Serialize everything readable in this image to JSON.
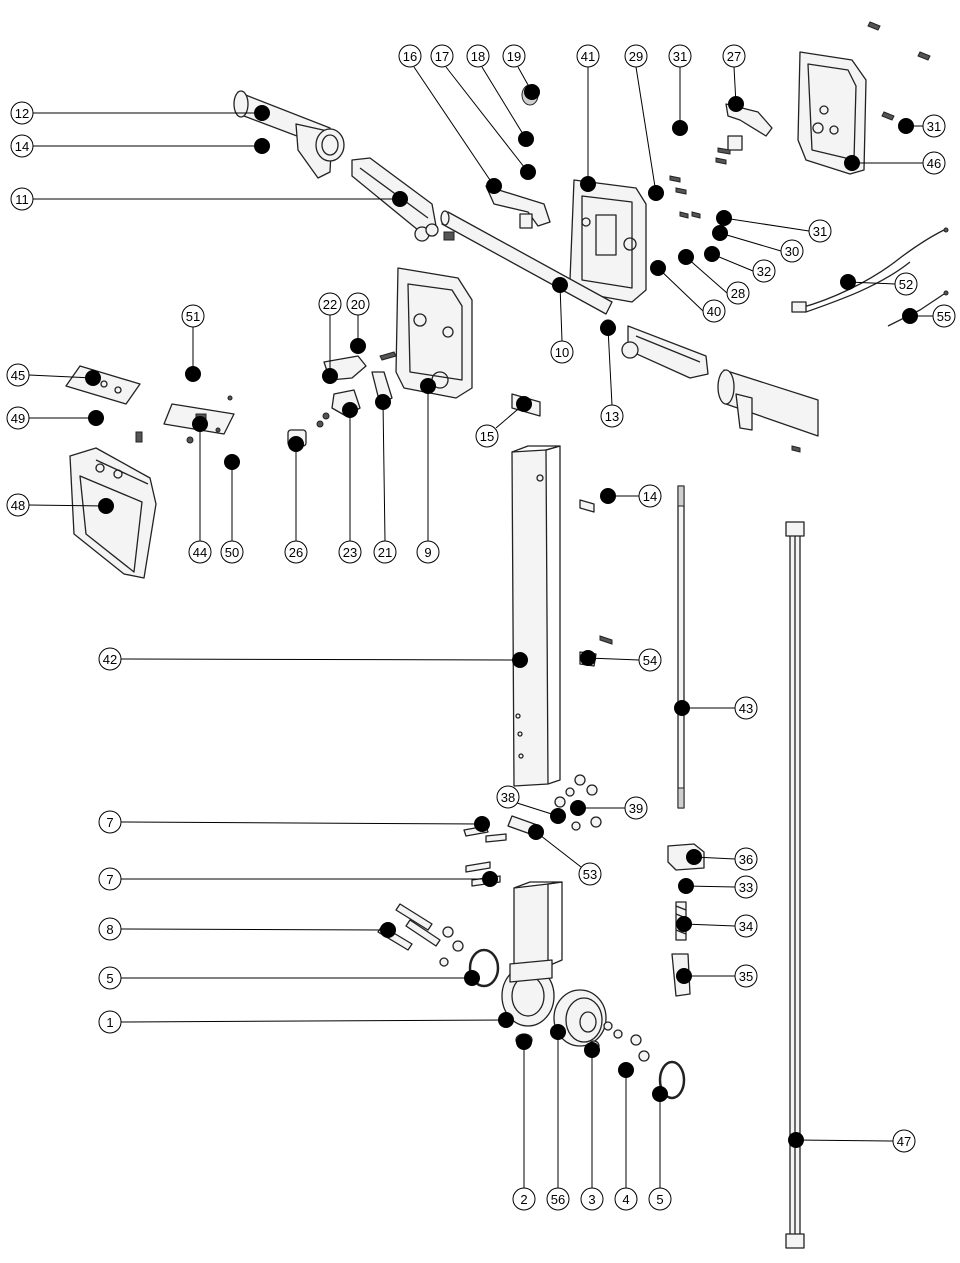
{
  "callouts": [
    {
      "id": "c12a",
      "label": "12"
    },
    {
      "id": "c14a",
      "label": "14"
    },
    {
      "id": "c11",
      "label": "11"
    },
    {
      "id": "c16",
      "label": "16"
    },
    {
      "id": "c17",
      "label": "17"
    },
    {
      "id": "c18",
      "label": "18"
    },
    {
      "id": "c19",
      "label": "19"
    },
    {
      "id": "c41",
      "label": "41"
    },
    {
      "id": "c29",
      "label": "29"
    },
    {
      "id": "c31a",
      "label": "31"
    },
    {
      "id": "c27",
      "label": "27"
    },
    {
      "id": "c31b",
      "label": "31"
    },
    {
      "id": "c46",
      "label": "46"
    },
    {
      "id": "c31c",
      "label": "31"
    },
    {
      "id": "c30",
      "label": "30"
    },
    {
      "id": "c32",
      "label": "32"
    },
    {
      "id": "c28",
      "label": "28"
    },
    {
      "id": "c40",
      "label": "40"
    },
    {
      "id": "c52",
      "label": "52"
    },
    {
      "id": "c55",
      "label": "55"
    },
    {
      "id": "c10",
      "label": "10"
    },
    {
      "id": "c13",
      "label": "13"
    },
    {
      "id": "c51",
      "label": "51"
    },
    {
      "id": "c22",
      "label": "22"
    },
    {
      "id": "c20",
      "label": "20"
    },
    {
      "id": "c45",
      "label": "45"
    },
    {
      "id": "c49",
      "label": "49"
    },
    {
      "id": "c15",
      "label": "15"
    },
    {
      "id": "c48",
      "label": "48"
    },
    {
      "id": "c44",
      "label": "44"
    },
    {
      "id": "c50",
      "label": "50"
    },
    {
      "id": "c26",
      "label": "26"
    },
    {
      "id": "c23",
      "label": "23"
    },
    {
      "id": "c21",
      "label": "21"
    },
    {
      "id": "c9",
      "label": "9"
    },
    {
      "id": "c14b",
      "label": "14"
    },
    {
      "id": "c42",
      "label": "42"
    },
    {
      "id": "c54",
      "label": "54"
    },
    {
      "id": "c43",
      "label": "43"
    },
    {
      "id": "c38",
      "label": "38"
    },
    {
      "id": "c39",
      "label": "39"
    },
    {
      "id": "c7a",
      "label": "7"
    },
    {
      "id": "c53",
      "label": "53"
    },
    {
      "id": "c7b",
      "label": "7"
    },
    {
      "id": "c36",
      "label": "36"
    },
    {
      "id": "c33",
      "label": "33"
    },
    {
      "id": "c8",
      "label": "8"
    },
    {
      "id": "c34",
      "label": "34"
    },
    {
      "id": "c5a",
      "label": "5"
    },
    {
      "id": "c35",
      "label": "35"
    },
    {
      "id": "c1",
      "label": "1"
    },
    {
      "id": "c47",
      "label": "47"
    },
    {
      "id": "c2",
      "label": "2"
    },
    {
      "id": "c56",
      "label": "56"
    },
    {
      "id": "c3",
      "label": "3"
    },
    {
      "id": "c4",
      "label": "4"
    },
    {
      "id": "c5b",
      "label": "5"
    }
  ]
}
